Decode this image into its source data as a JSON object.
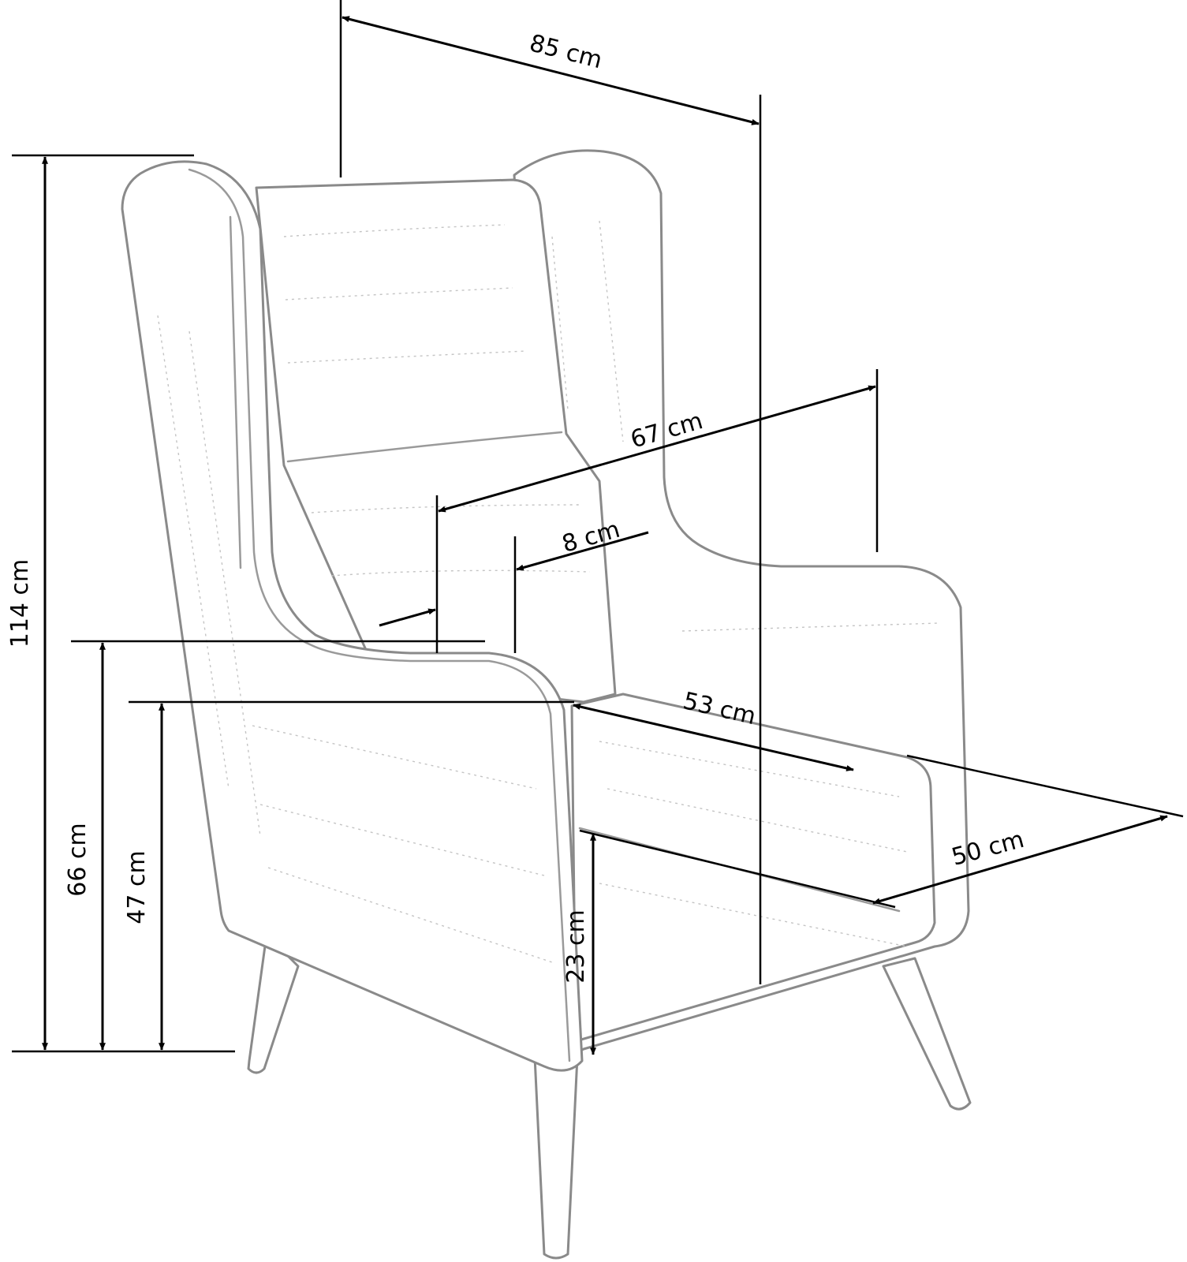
{
  "dimensions": {
    "depth": "85 cm",
    "height": "114 cm",
    "width": "67 cm",
    "armrest_width": "8 cm",
    "seat_depth": "53 cm",
    "seat_width": "50 cm",
    "armrest_height": "66 cm",
    "seat_height": "47 cm",
    "leg_clearance": "23 cm"
  },
  "colors": {
    "outline": "#8a8a8a",
    "dimension": "#000000",
    "background": "#ffffff"
  }
}
